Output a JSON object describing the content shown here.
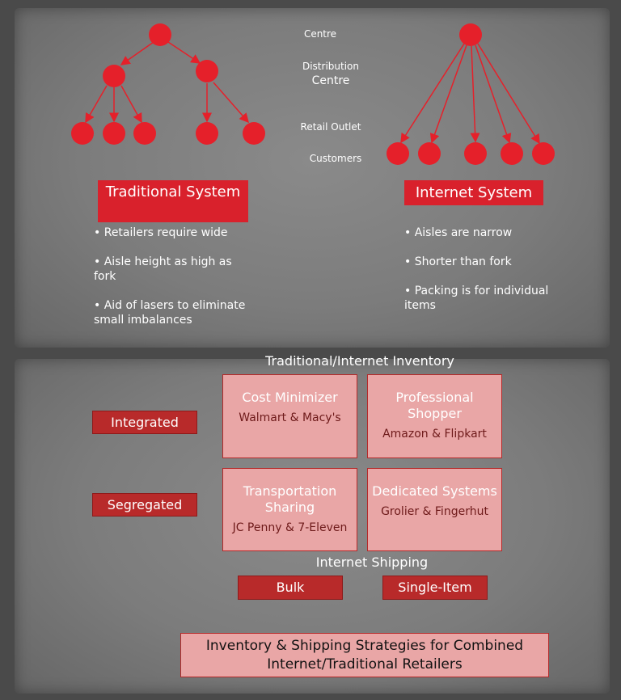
{
  "levels": {
    "centre": "Centre",
    "distribution_centre_line1": "Distribution",
    "distribution_centre_line2": "Centre",
    "retail_outlet": "Retail Outlet",
    "customers": "Customers"
  },
  "traditional": {
    "title": "Traditional System",
    "bullets": [
      "Retailers require wide",
      "Aisle height as high as fork",
      "Aid of lasers to eliminate small imbalances"
    ]
  },
  "internet": {
    "title": "Internet System",
    "bullets": [
      "Aisles are narrow",
      "Shorter than fork",
      "Packing is for individual items"
    ]
  },
  "inventory": {
    "heading": "Traditional/Internet Inventory",
    "rows": [
      "Integrated",
      "Segregated"
    ],
    "cells": [
      {
        "title": "Cost Minimizer",
        "sub": "Walmart & Macy's"
      },
      {
        "title": "Professional Shopper",
        "sub": "Amazon & Flipkart"
      },
      {
        "title": "Transportation Sharing",
        "sub": "JC Penny & 7-Eleven"
      },
      {
        "title": "Dedicated Systems",
        "sub": "Grolier & Fingerhut"
      }
    ]
  },
  "shipping": {
    "heading": "Internet Shipping",
    "options": [
      "Bulk",
      "Single-Item"
    ]
  },
  "caption": "Inventory & Shipping Strategies for Combined Internet/Traditional Retailers",
  "colors": {
    "node": "#e5202a",
    "accent": "#d9212c",
    "cell": "#e9a6a6"
  }
}
